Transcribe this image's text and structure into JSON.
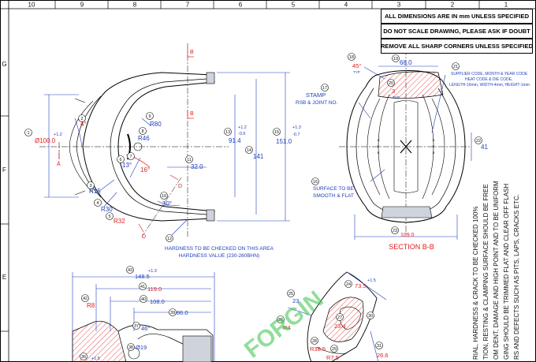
{
  "grid": {
    "columns": [
      "10",
      "9",
      "8",
      "7",
      "6",
      "5",
      "4",
      "3",
      "2",
      "1"
    ],
    "rows": [
      "G",
      "F",
      "E"
    ]
  },
  "notes": [
    "ALL DIMENSIONS ARE IN mm UNLESS SPECIFIED",
    "DO NOT SCALE DRAWING, PLEASE ASK IF DOUBT",
    "REMOVE ALL SHARP CORNERS UNLESS SPECIFIED"
  ],
  "view1": {
    "section_mark_b": "B",
    "section_mark_d": "D",
    "section_mark_a": "A",
    "dims": {
      "dia100": "Ø100.0",
      "dia100_tol": "+1.2",
      "angle4": "4°",
      "r80": "R80",
      "r46": "R46",
      "angle13": "13°",
      "angle16": "16°",
      "r15": "R15",
      "r30": "R30",
      "r32": "R32",
      "angle30": "30°",
      "d32": "32.0",
      "d91": "91.4",
      "d91_tol_up": "+1.2",
      "d91_tol_dn": "-0.6",
      "d141": "141",
      "d151": "151.0",
      "d151_tol_up": "+1.3",
      "d151_tol_dn": "-0.7"
    },
    "balloons": {
      "b1": "1",
      "b2": "2",
      "b3": "3",
      "b4": "4",
      "b5": "5",
      "b6": "6",
      "b7": "7",
      "b8": "8",
      "b9": "9",
      "b10": "10",
      "b11": "11",
      "b12": "12",
      "b13": "13",
      "b14": "14",
      "b15": "15"
    },
    "hardness_note_1": "HARDNESS TO BE CHECKED ON THIS AREA",
    "hardness_note_2": "HARDNESS VALUE (230-260BHN)"
  },
  "section_bb": {
    "title": "SECTION B-B",
    "angle45": "45°",
    "typ": "TYP",
    "d68": "68.0",
    "d3": "3",
    "d3_typ": "TYP",
    "d41": "41",
    "d109": "109.0",
    "stamp_1": "STAMP",
    "stamp_2": "RSB & JOINT NO.",
    "surface_1": "SURFACE TO BE",
    "surface_2": "SMOOTH & FLAT",
    "supplier_note": [
      "SUPPLIER CODE, MONTH & YEAR CODE",
      "HEAT CODE & DIE CODE,",
      "LENGTH-16mm, WIDTH-4mm, HEIGHT-1mm"
    ],
    "balloons": {
      "b16": "16",
      "b17": "17",
      "b18": "18",
      "b19": "19",
      "b20": "20",
      "b21": "21",
      "b22": "22",
      "b23": "23"
    }
  },
  "lower_left": {
    "d148": "148.5",
    "d148_tol": "+1.3",
    "d119": "119.0",
    "d108": "108.0",
    "d86": "86.0",
    "r8": "R8",
    "angle46": "46°",
    "dia19": "Ø19",
    "tol15": "+1.5",
    "balloons": {
      "b36": "36",
      "b37": "37",
      "b38": "38",
      "b39": "39",
      "b40": "40",
      "b41": "41",
      "b42": "42",
      "b43": "43"
    }
  },
  "lower_right": {
    "d23": "23",
    "d73": "73.5",
    "d73_tol": "+1.5",
    "r4": "R4",
    "d23_4": "23.4",
    "r38": "R38.5",
    "r75": "R7.5",
    "d26": "26.6",
    "balloons": {
      "b24": "24",
      "b25": "25",
      "b26": "26",
      "b27": "27",
      "b28": "28",
      "b29": "29",
      "b30": "30",
      "b31": "31"
    }
  },
  "watermark": "FORGIN",
  "vertical_notes": [
    "RIAL, HARDNESS & CRACK TO BE CHECKED 100%",
    "TION, RESTING & CLAMPING SURFACE SHOULD BE FREE",
    "OM DENT, DAMAGE AND HIGH POINT AND TO BE UNIFORM",
    "GING SHOULD BE TRIMMED FLAT AND CLEAR OFF FLASH",
    "RS AND DEFECTS SUCH AS PITS, LAPS, CRACKS ETC."
  ]
}
